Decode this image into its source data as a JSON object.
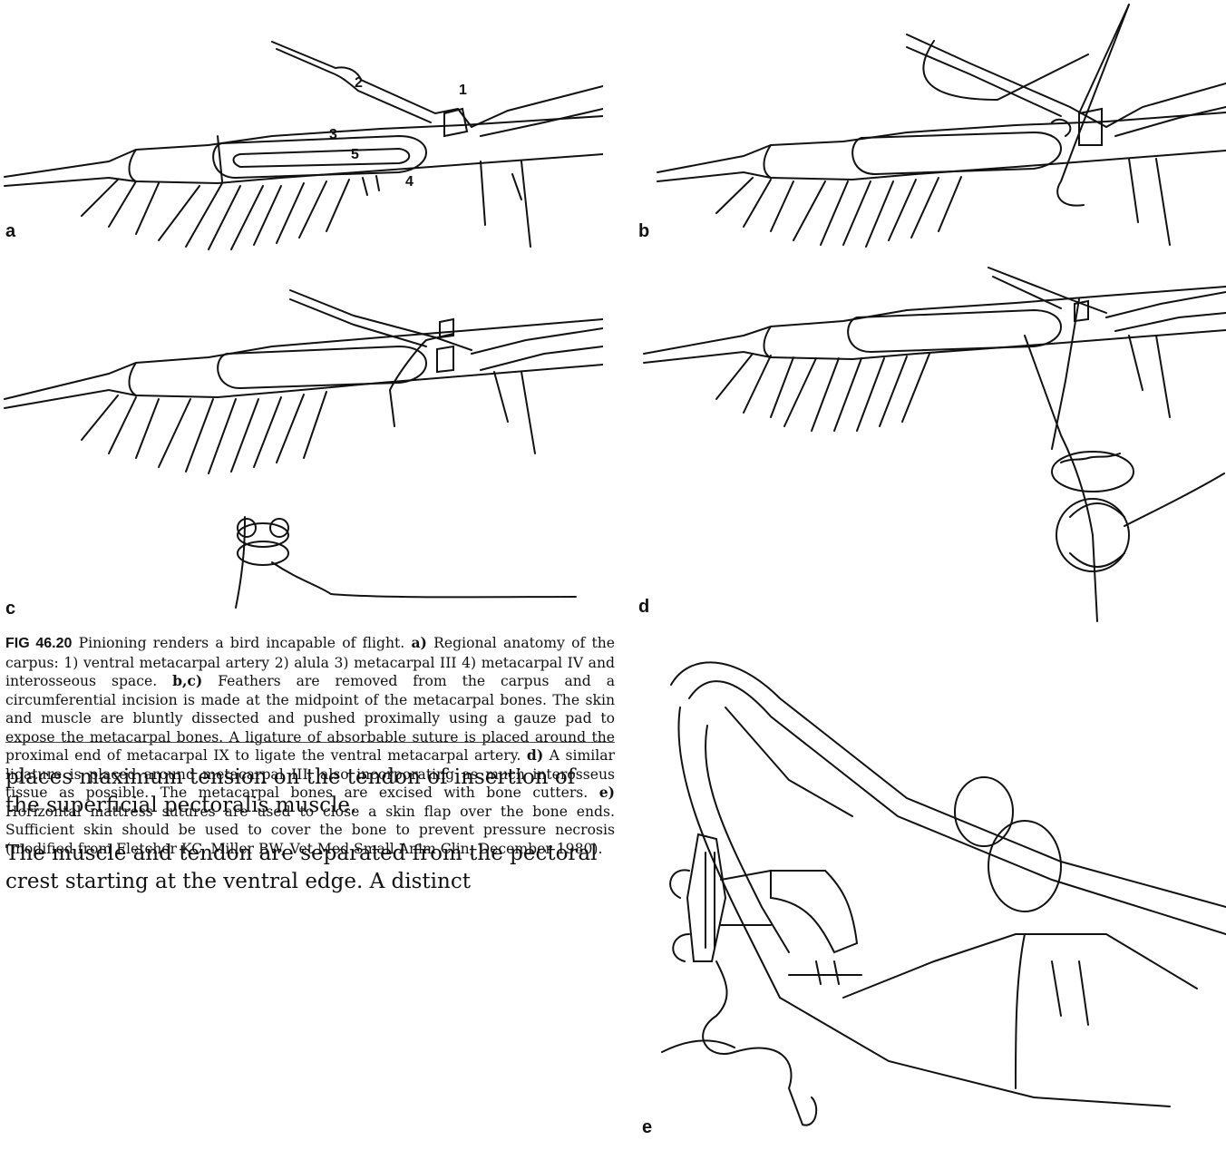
{
  "figure": {
    "panels": [
      {
        "id": "a",
        "letter": "a",
        "callouts": [
          "1",
          "2",
          "3",
          "4",
          "5"
        ]
      },
      {
        "id": "b",
        "letter": "b"
      },
      {
        "id": "c",
        "letter": "c"
      },
      {
        "id": "d",
        "letter": "d"
      },
      {
        "id": "e",
        "letter": "e"
      }
    ],
    "caption": {
      "label": "FIG 46.20",
      "parts": [
        {
          "bold": false,
          "text": " Pinioning renders a bird incapable of flight. "
        },
        {
          "bold": true,
          "text": "a)"
        },
        {
          "bold": false,
          "text": " Regional anatomy of the carpus: 1) ventral metacarpal artery 2) alula 3) metacarpal III 4) metacarpal IV and interosseous space. "
        },
        {
          "bold": true,
          "text": "b,c)"
        },
        {
          "bold": false,
          "text": " Feathers are removed from the carpus and a circumferential incision is made at the midpoint of the metacarpal bones. The skin and muscle are bluntly dissected and pushed proximally using a gauze pad to expose the metacarpal bones. A ligature of absorbable suture is placed around the proximal end of metacarpal IX to ligate the ventral metacarpal artery. "
        },
        {
          "bold": true,
          "text": "d)"
        },
        {
          "bold": false,
          "text": " A similar ligature is placed around metacarpal III, also incorporating as much interosseus tissue as possible. The metacarpal bones are excised with bone cutters. "
        },
        {
          "bold": true,
          "text": "e)"
        },
        {
          "bold": false,
          "text": " Horizontal mattress sutures are used to close a skin flap over the bone ends. Sufficient skin should be used to cover the bone to prevent pressure necrosis (modified from Fletcher KC, Miller BW, Vet Med Small Anim Clin, December 1980)."
        }
      ]
    }
  },
  "body": {
    "paragraph_1": "places maximum tension on the tendon of insertion of the superficial pectoralis muscle.",
    "paragraph_2": "The muscle and tendon are separated from the pectoral crest starting at the ventral edge. A distinct"
  }
}
